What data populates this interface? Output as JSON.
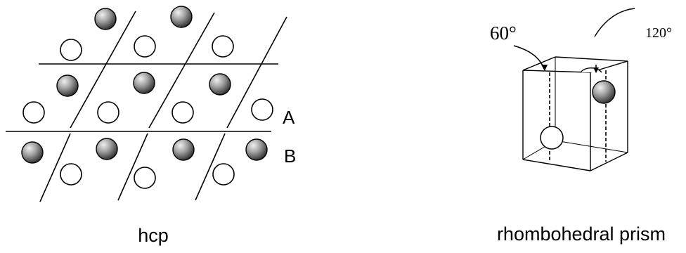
{
  "hcp": {
    "caption": "hcp",
    "layer_a_label": "A",
    "layer_b_label": "B"
  },
  "prism": {
    "caption": "rhombohedral prism",
    "angle_left": "60°",
    "angle_right": "120°"
  },
  "colors": {
    "stroke": "#000000",
    "open_atom_fill": "#ffffff",
    "shaded_atom_light": "#e8e8e8",
    "shaded_atom_dark": "#3a3a3a"
  }
}
